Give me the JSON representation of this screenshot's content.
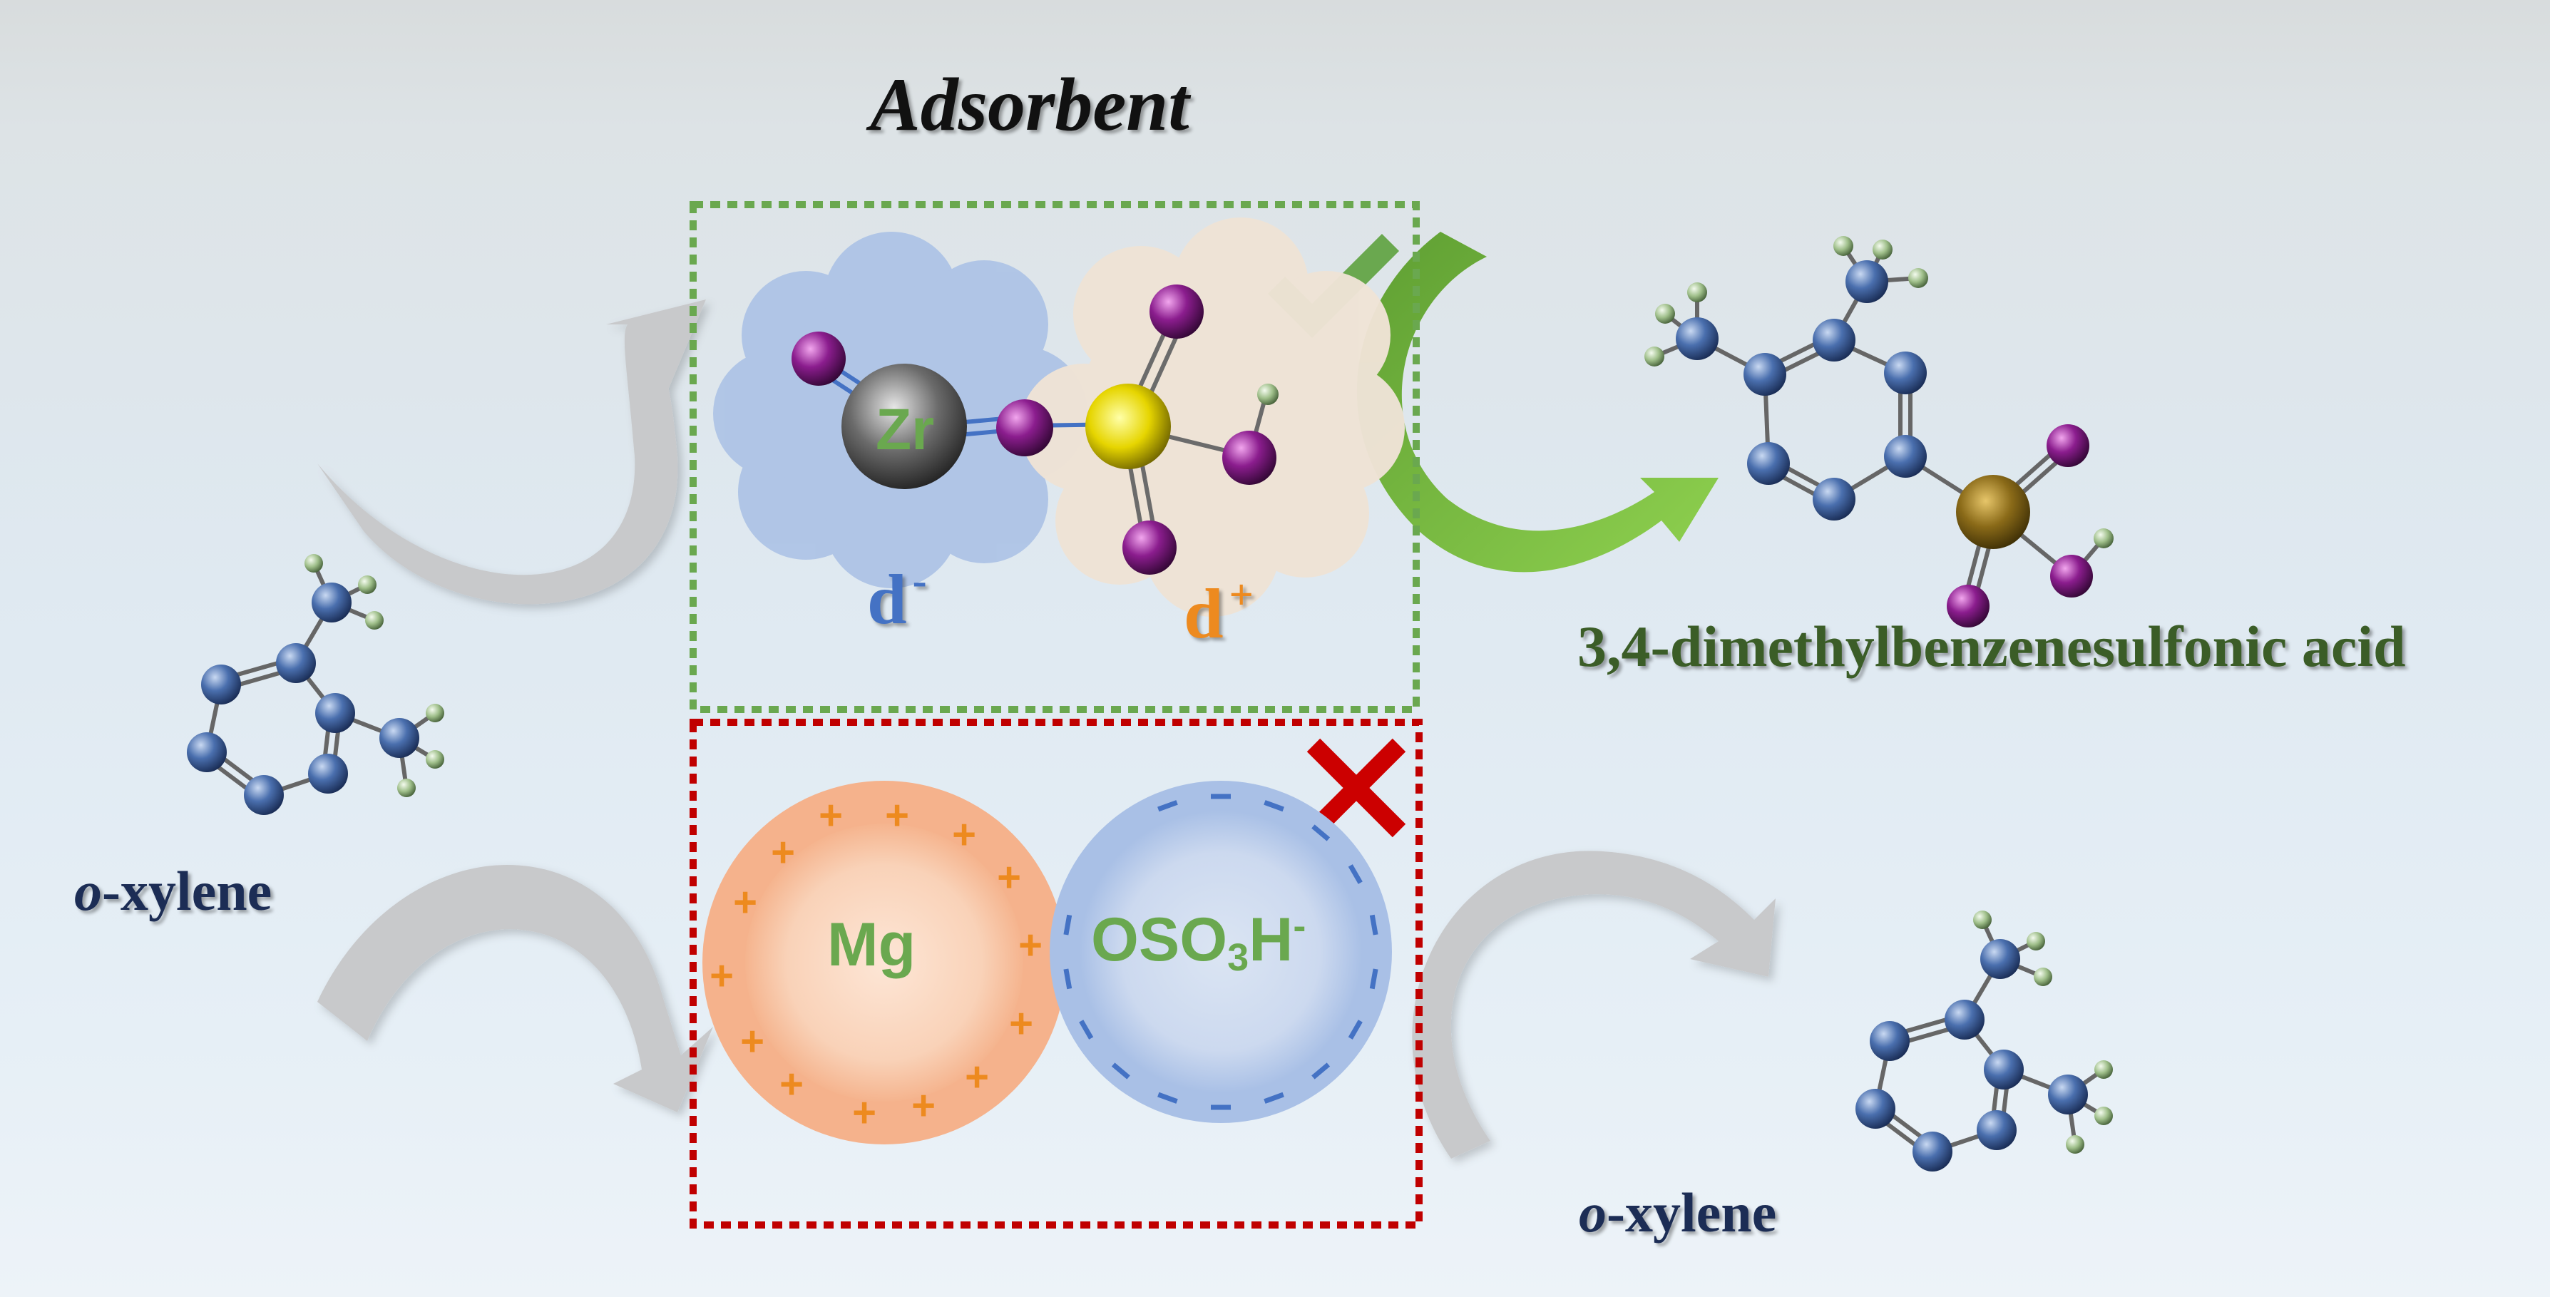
{
  "title": "Adsorbent",
  "product_label": "3,4-dimethylbenzenesulfonic acid",
  "reactant_label": {
    "prefix": "o",
    "suffix": "-xylene"
  },
  "outlet_label": {
    "prefix": "o",
    "suffix": "-xylene"
  },
  "top_site": {
    "metal": "Zr",
    "delta_minus": {
      "symbol": "d",
      "sign": "-"
    },
    "delta_plus": {
      "symbol": "d",
      "sign": "+"
    },
    "status": "accepted"
  },
  "bottom_site": {
    "cation": "Mg",
    "anion": {
      "base": "OSO",
      "sub": "3",
      "tail": "H",
      "sup": "-"
    },
    "status": "rejected"
  },
  "colors": {
    "green_box": "#6aa84f",
    "red_box": "#c00000",
    "check": "#6aa84f",
    "cross": "#cc0000",
    "product_text": "#3b5d27",
    "xylene_text": "#1c2d55",
    "carbon_atom": "#4a6fae",
    "oxygen_atom": "#8b1d8e",
    "sulfur_atom": "#e6d500",
    "hydrogen_atom": "#9fbf8a",
    "mg_charge": "#ed8a1f",
    "anion_charge": "#4472c4"
  }
}
